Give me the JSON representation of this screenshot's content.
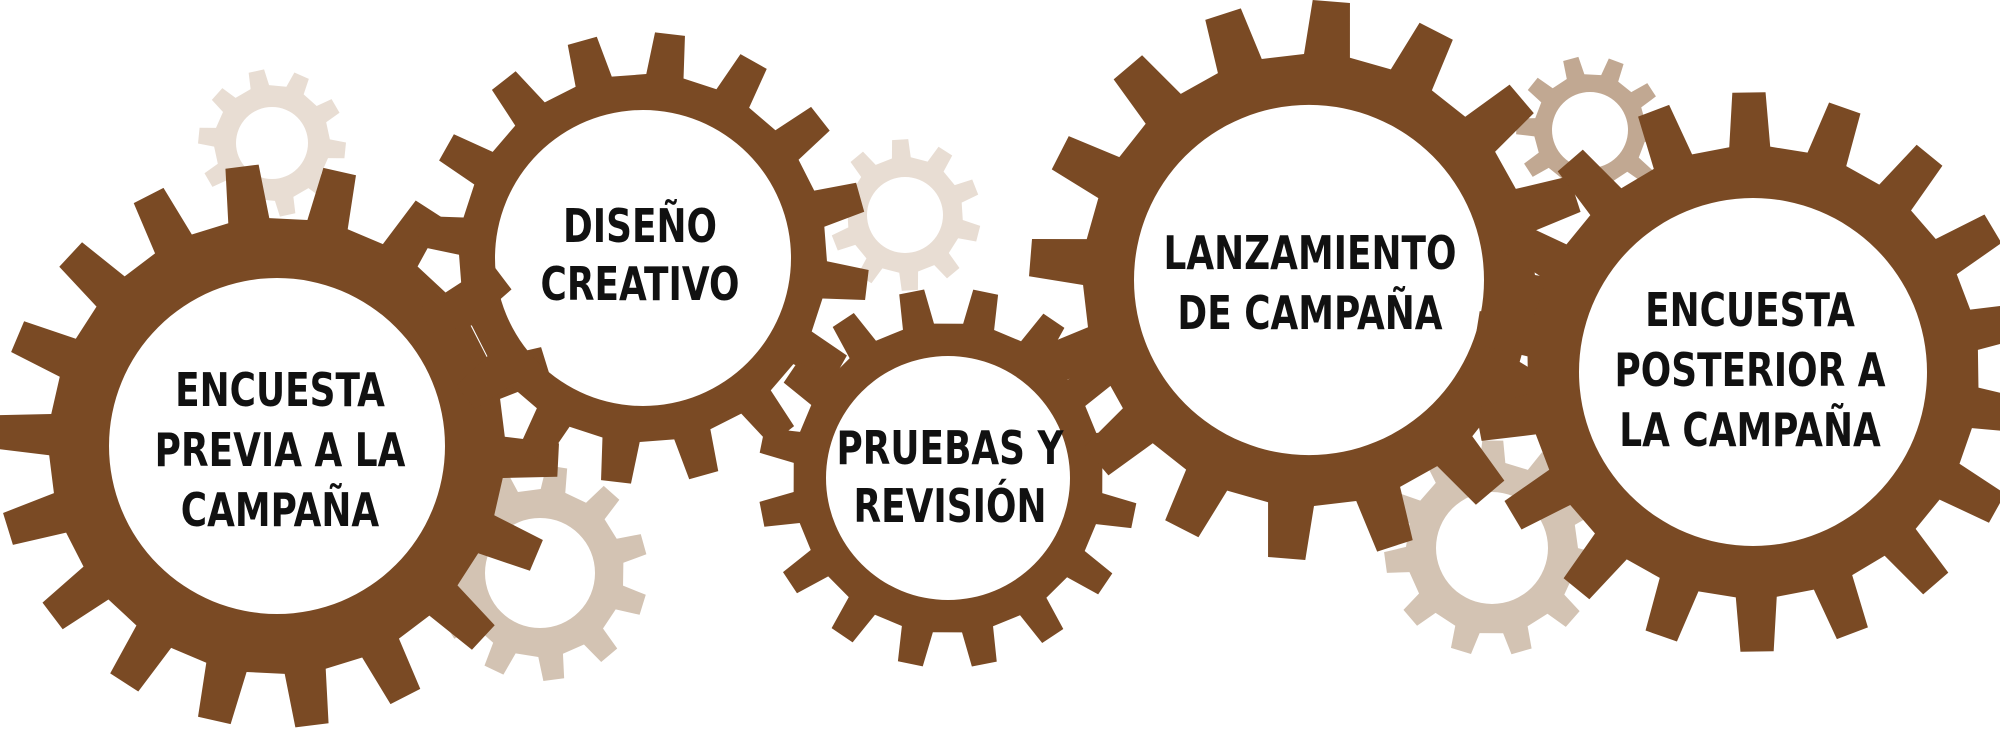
{
  "diagram": {
    "colors": {
      "primary_gear": "#7a4a24",
      "light_gear": "#e8ddd3",
      "medium_gear": "#d3c3b3",
      "tan_gear": "#c1a892",
      "background": "#ffffff",
      "text": "#111111"
    },
    "steps": [
      {
        "id": "step-1",
        "lines": [
          "ENCUESTA",
          "PREVIA A LA",
          "CAMPAÑA"
        ]
      },
      {
        "id": "step-2",
        "lines": [
          "DISEÑO",
          "CREATIVO"
        ]
      },
      {
        "id": "step-3",
        "lines": [
          "PRUEBAS Y",
          "REVISIÓN"
        ]
      },
      {
        "id": "step-4",
        "lines": [
          "LANZAMIENTO",
          "DE CAMPAÑA"
        ]
      },
      {
        "id": "step-5",
        "lines": [
          "ENCUESTA",
          "POSTERIOR A",
          "LA CAMPAÑA"
        ]
      }
    ]
  }
}
